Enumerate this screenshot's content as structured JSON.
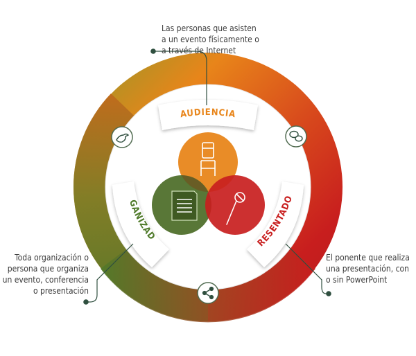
{
  "colors": {
    "orange": "#e8851a",
    "green": "#4f7a2a",
    "red": "#c81e1e",
    "text": "#3a3a3a",
    "connector": "#2f4f3f"
  },
  "segments": {
    "audiencia": "AUDIENCIA",
    "organizador": "ORGANIZADOR",
    "presentador": "PRESENTADOR"
  },
  "notes": {
    "top": [
      "Las personas que asisten",
      "a un evento físicamente o",
      "a través de Internet"
    ],
    "left": [
      "Toda organización o",
      "persona que organiza",
      "un evento, conferencia",
      "o presentación"
    ],
    "right": [
      "El ponente que realiza",
      "una presentación, con",
      "o sin PowerPoint"
    ]
  },
  "icons": {
    "ring_top_left": "bird-icon",
    "ring_top_right": "speech-bubble-icon",
    "ring_bottom": "share-icon",
    "orange_circle": "chair-icon",
    "green_circle": "document-icon",
    "red_circle": "microphone-icon"
  }
}
